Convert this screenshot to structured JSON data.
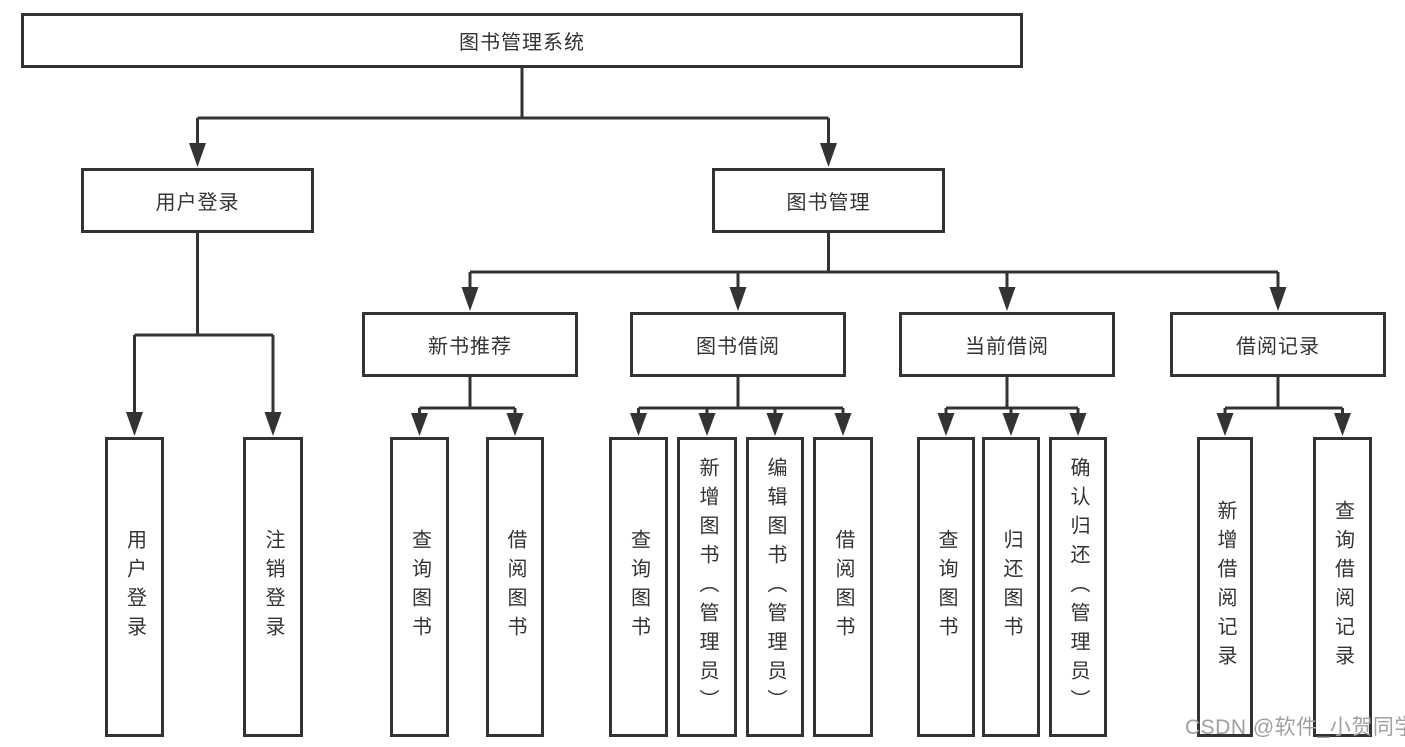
{
  "diagram": {
    "root": {
      "label": "图书管理系统"
    },
    "user_branch": {
      "label": "用户登录",
      "children": [
        {
          "label": "用户登录"
        },
        {
          "label": "注销登录"
        }
      ]
    },
    "book_branch": {
      "label": "图书管理",
      "children": [
        {
          "label": "新书推荐",
          "children": [
            {
              "label": "查询图书"
            },
            {
              "label": "借阅图书"
            }
          ]
        },
        {
          "label": "图书借阅",
          "children": [
            {
              "label": "查询图书"
            },
            {
              "label": "新增图书（管理员）"
            },
            {
              "label": "编辑图书（管理员）"
            },
            {
              "label": "借阅图书"
            }
          ]
        },
        {
          "label": "当前借阅",
          "children": [
            {
              "label": "查询图书"
            },
            {
              "label": "归还图书"
            },
            {
              "label": "确认归还（管理员）"
            }
          ]
        },
        {
          "label": "借阅记录",
          "children": [
            {
              "label": "新增借阅记录"
            },
            {
              "label": "查询借阅记录"
            }
          ]
        }
      ]
    }
  },
  "watermark": {
    "text": "CSDN @软件_小贺同学"
  },
  "colors": {
    "line": "#333333",
    "text": "#333333",
    "box_background": "#ffffff",
    "watermark": "#a0a0a0",
    "background": "#ffffff"
  }
}
